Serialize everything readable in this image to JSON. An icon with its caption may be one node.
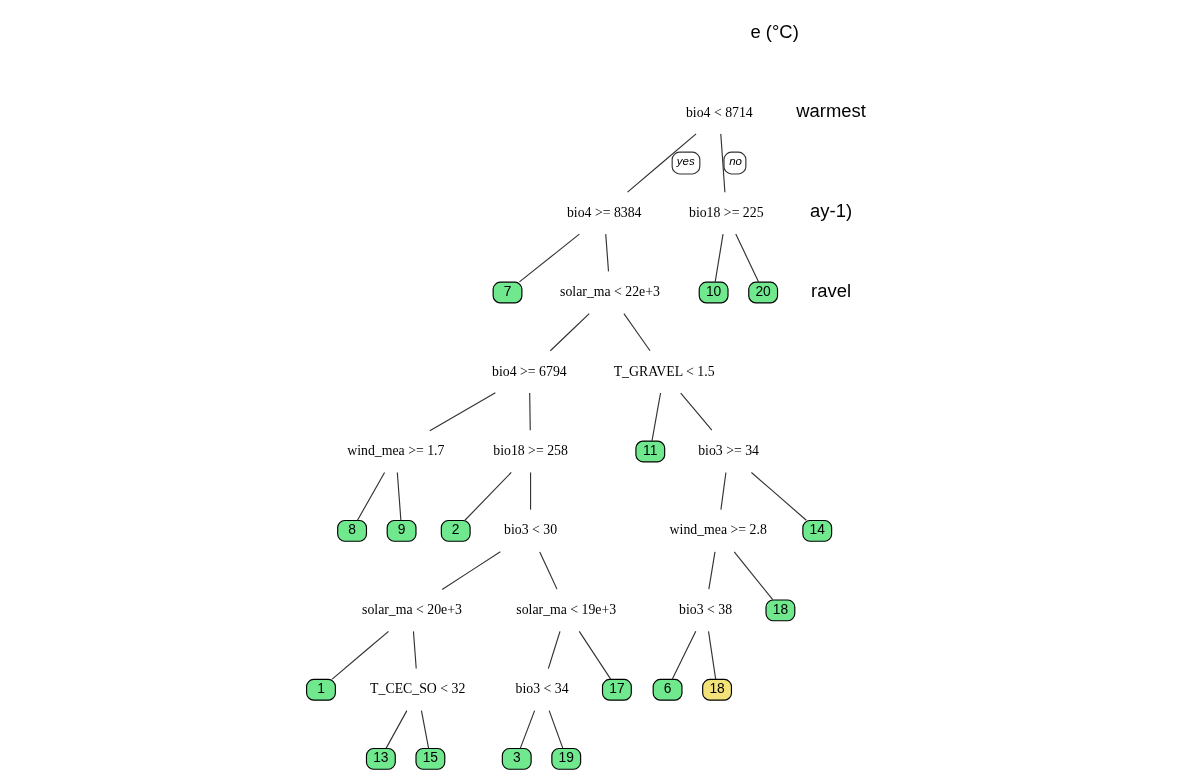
{
  "diagram": {
    "nodes": [
      {
        "text": [
          "bio4 < 8714"
        ]
      },
      {
        "text": [
          "bio4 >= 8384"
        ]
      },
      {
        "text": [
          "bio18 >= 225"
        ]
      },
      {
        "text": [
          "7"
        ]
      },
      {
        "text": [
          "solar_ma < 22e+3"
        ]
      },
      {
        "text": [
          "10"
        ]
      },
      {
        "text": [
          "20"
        ]
      },
      {
        "text": [
          "bio4 >= 6794"
        ]
      },
      {
        "text": [
          "T_GRAVEL < 1.5"
        ]
      },
      {
        "text": [
          "wind_mea >= 1.7"
        ]
      },
      {
        "text": [
          "bio18 >= 258"
        ]
      },
      {
        "text": [
          "11"
        ]
      },
      {
        "text": [
          "bio3 >= 34"
        ]
      },
      {
        "text": [
          "8"
        ]
      },
      {
        "text": [
          "9"
        ]
      },
      {
        "text": [
          "2"
        ]
      },
      {
        "text": [
          "bio3 < 30"
        ]
      },
      {
        "text": [
          "wind_mea >= 2.8"
        ]
      },
      {
        "text": [
          "14"
        ]
      },
      {
        "text": [
          "solar_ma < 20e+3"
        ]
      },
      {
        "text": [
          "solar_ma < 19e+3"
        ]
      },
      {
        "text": [
          "bio3 < 38"
        ]
      },
      {
        "text": [
          "18"
        ]
      },
      {
        "text": [
          "1"
        ]
      },
      {
        "text": [
          "T_CEC_SO < 32"
        ]
      },
      {
        "text": [
          "bio3 < 34"
        ]
      },
      {
        "text": [
          "17"
        ]
      },
      {
        "text": [
          "6"
        ]
      },
      {
        "text": [
          "18"
        ]
      },
      {
        "text": [
          "13"
        ]
      },
      {
        "text": [
          "15"
        ]
      },
      {
        "text": [
          "3"
        ]
      },
      {
        "text": [
          "19"
        ]
      }
    ],
    "edges": [
      {
        "from": 0,
        "to": 1,
        "arrow": "none",
        "label": "yes"
      },
      {
        "from": 0,
        "to": 2,
        "arrow": "none",
        "label": "no"
      },
      {
        "from": 1,
        "to": 3,
        "arrow": "none"
      },
      {
        "from": 1,
        "to": 4,
        "arrow": "none"
      },
      {
        "from": 2,
        "to": 5,
        "arrow": "none"
      },
      {
        "from": 2,
        "to": 6,
        "arrow": "none"
      },
      {
        "from": 4,
        "to": 7,
        "arrow": "none"
      },
      {
        "from": 4,
        "to": 8,
        "arrow": "none"
      },
      {
        "from": 7,
        "to": 9,
        "arrow": "none"
      },
      {
        "from": 7,
        "to": 10,
        "arrow": "none"
      },
      {
        "from": 8,
        "to": 11,
        "arrow": "none"
      },
      {
        "from": 8,
        "to": 12,
        "arrow": "none"
      },
      {
        "from": 9,
        "to": 13,
        "arrow": "none"
      },
      {
        "from": 9,
        "to": 14,
        "arrow": "none"
      },
      {
        "from": 10,
        "to": 15,
        "arrow": "none"
      },
      {
        "from": 10,
        "to": 16,
        "arrow": "none"
      },
      {
        "from": 12,
        "to": 17,
        "arrow": "none"
      },
      {
        "from": 12,
        "to": 18,
        "arrow": "none"
      },
      {
        "from": 16,
        "to": 19,
        "arrow": "none"
      },
      {
        "from": 16,
        "to": 20,
        "arrow": "none"
      },
      {
        "from": 17,
        "to": 21,
        "arrow": "none"
      },
      {
        "from": 17,
        "to": 22,
        "arrow": "none"
      },
      {
        "from": 19,
        "to": 23,
        "arrow": "none"
      },
      {
        "from": 19,
        "to": 24,
        "arrow": "none"
      },
      {
        "from": 20,
        "to": 25,
        "arrow": "none"
      },
      {
        "from": 20,
        "to": 26,
        "arrow": "none"
      },
      {
        "from": 21,
        "to": 27,
        "arrow": "none"
      },
      {
        "from": 21,
        "to": 28,
        "arrow": "none"
      },
      {
        "from": 24,
        "to": 29,
        "arrow": "none"
      },
      {
        "from": 24,
        "to": 30,
        "arrow": "none"
      },
      {
        "from": 25,
        "to": 31,
        "arrow": "none"
      },
      {
        "from": 25,
        "to": 32,
        "arrow": "none"
      }
    ],
    "labels": [
      "e (°C)",
      "warmest",
      "ay-1)",
      "ravel"
    ]
  }
}
